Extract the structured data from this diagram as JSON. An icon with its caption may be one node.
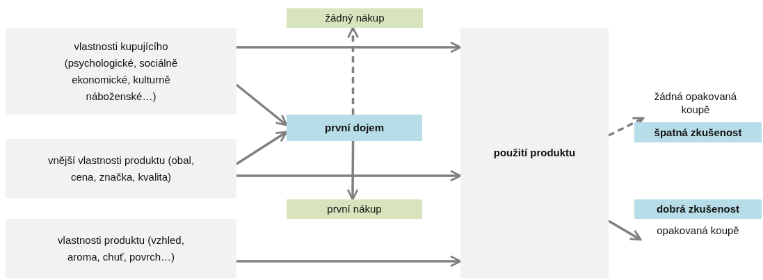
{
  "diagram": {
    "nodes": [
      {
        "text": [
          "vlastnosti kupujícího (psychologické, sociálně ekonomické, kulturně náboženské…)"
        ]
      },
      {
        "text": [
          "vnější vlastnosti produktu (obal, cena, značka, kvalita)"
        ]
      },
      {
        "text": [
          "vlastnosti produktu (vzhled, aroma, chuť, povrch…)"
        ]
      },
      {
        "text": [
          "žádný nákup"
        ]
      },
      {
        "text": [
          "první dojem"
        ]
      },
      {
        "text": [
          "první nákup"
        ]
      },
      {
        "text": [
          "použití produktu"
        ]
      },
      {
        "text": [
          "žádná opakovaná koupě"
        ]
      },
      {
        "text": [
          "špatná zkušenost"
        ]
      },
      {
        "text": [
          "dobrá zkušenost"
        ]
      },
      {
        "text": [
          "opakovaná koupě"
        ]
      }
    ],
    "edges": [
      {
        "from": 0,
        "to": 6,
        "arrow": "to"
      },
      {
        "from": 0,
        "to": 4,
        "arrow": "to"
      },
      {
        "from": 1,
        "to": 4,
        "arrow": "to"
      },
      {
        "from": 1,
        "to": 6,
        "arrow": "to"
      },
      {
        "from": 2,
        "to": 6,
        "arrow": "to"
      },
      {
        "from": 4,
        "to": 3,
        "arrow": "to",
        "style": "dashed"
      },
      {
        "from": 4,
        "to": 5,
        "arrow": "to"
      },
      {
        "from": 6,
        "to": 7,
        "arrow": "to",
        "style": "dashed"
      },
      {
        "from": 6,
        "to": 10,
        "arrow": "to"
      }
    ]
  }
}
